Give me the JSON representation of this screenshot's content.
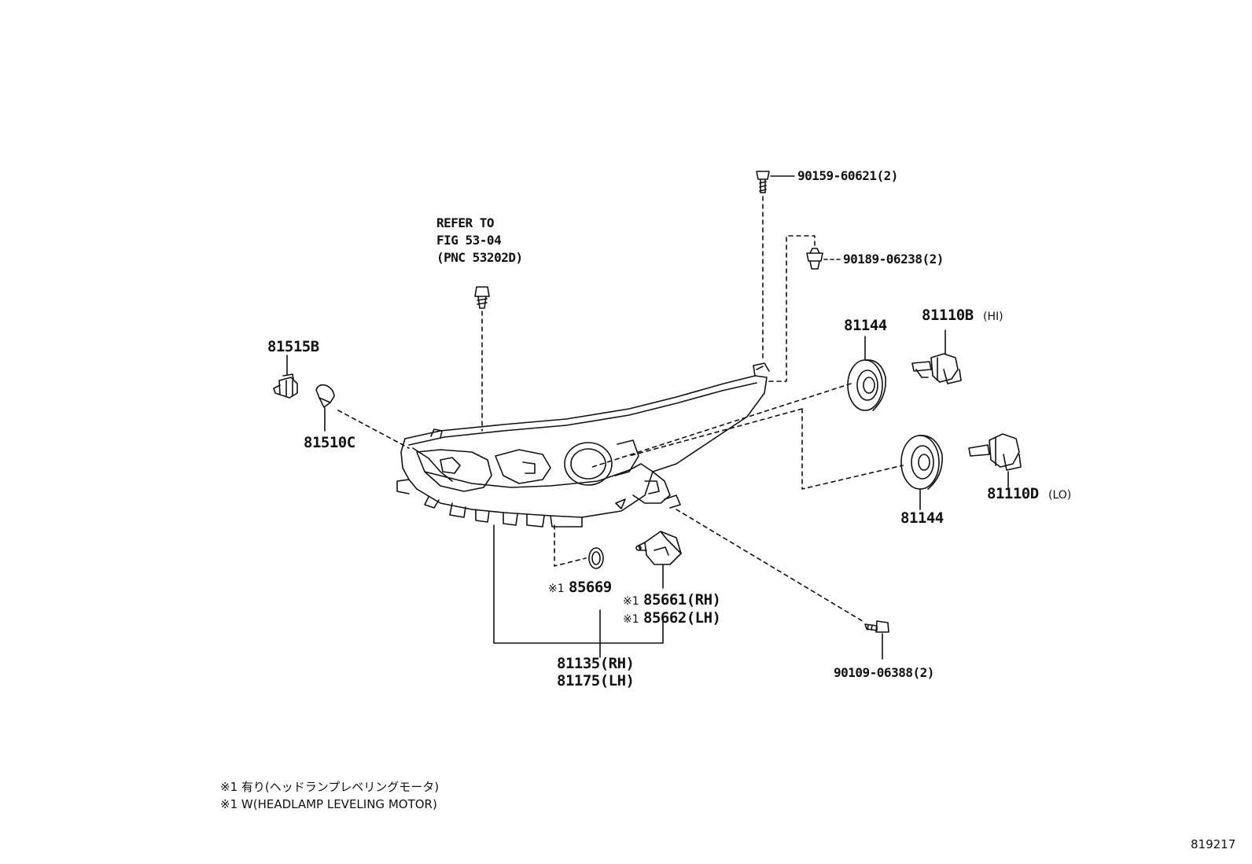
{
  "labels": {
    "p90159": "90159-60621(2)",
    "p90189": "90189-06238(2)",
    "refer_1": "REFER TO",
    "refer_2": "FIG 53-04",
    "refer_3": "(PNC 53202D)",
    "p81144_top": "81144",
    "p81110b": "81110B",
    "p81110b_tag": "(HI)",
    "p81515b": "81515B",
    "p81510c": "81510C",
    "p81110d": "81110D",
    "p81110d_tag": "(LO)",
    "p81144_bottom": "81144",
    "p85669_mark": "※1",
    "p85669": "85669",
    "p85661_mark": "※1",
    "p85661": "85661(RH)",
    "p85662_mark": "※1",
    "p85662": "85662(LH)",
    "p81135": "81135(RH)",
    "p81175": "81175(LH)",
    "p90109": "90109-06388(2)"
  },
  "footnotes": [
    "※1 有り(ヘッドランプレベリングモータ)",
    "※1 W(HEADLAMP LEVELING MOTOR)"
  ],
  "diagram_code": "819217",
  "line_color": "#111111"
}
